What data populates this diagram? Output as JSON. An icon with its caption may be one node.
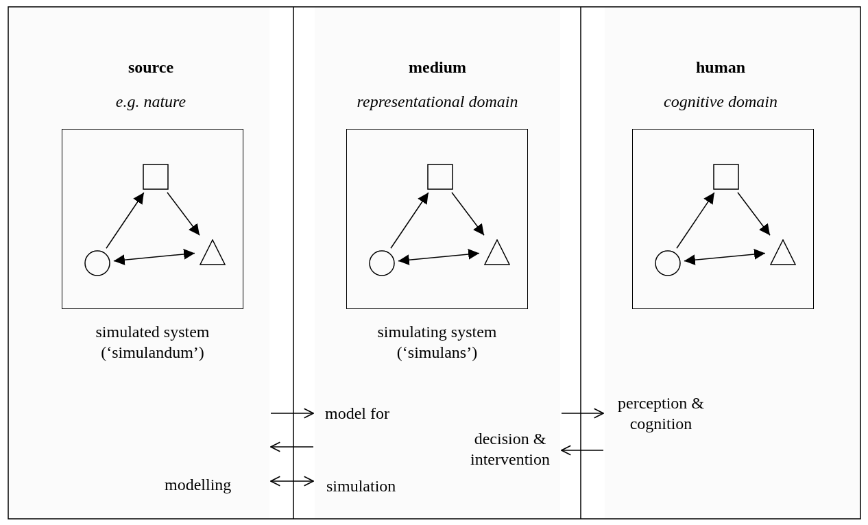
{
  "diagram": {
    "nodes": [
      {
        "text": [
          "source",
          "e.g. nature"
        ]
      },
      {
        "text": [],
        "shape": "box",
        "in": 0,
        "beside": [
          "simulated system (‘simulandum’)"
        ]
      },
      {
        "text": [],
        "shape": "box",
        "in": 1
      },
      {
        "text": [],
        "shape": "circle",
        "in": 1
      },
      {
        "text": [],
        "shape": "triangle",
        "in": 1
      },
      {
        "text": [
          "medium",
          "representational domain"
        ]
      },
      {
        "text": [],
        "shape": "box",
        "in": 5,
        "beside": [
          "simulating system (‘simulans’)"
        ]
      },
      {
        "text": [],
        "shape": "box",
        "in": 6
      },
      {
        "text": [],
        "shape": "circle",
        "in": 6
      },
      {
        "text": [],
        "shape": "triangle",
        "in": 6
      },
      {
        "text": [
          "human",
          "cognitive domain"
        ]
      },
      {
        "text": [],
        "shape": "box",
        "in": 10
      },
      {
        "text": [],
        "shape": "box",
        "in": 11
      },
      {
        "text": [],
        "shape": "circle",
        "in": 11
      },
      {
        "text": [],
        "shape": "triangle",
        "in": 11
      }
    ],
    "edges": [
      {
        "from": 3,
        "to": 2,
        "arrow": "to"
      },
      {
        "from": 2,
        "to": 4,
        "arrow": "to"
      },
      {
        "from": 3,
        "to": 4,
        "arrow": "both"
      },
      {
        "from": 8,
        "to": 7,
        "arrow": "to"
      },
      {
        "from": 7,
        "to": 9,
        "arrow": "to"
      },
      {
        "from": 8,
        "to": 9,
        "arrow": "both"
      },
      {
        "from": 13,
        "to": 12,
        "arrow": "to"
      },
      {
        "from": 12,
        "to": 14,
        "arrow": "to"
      },
      {
        "from": 13,
        "to": 14,
        "arrow": "both"
      },
      {
        "from": 0,
        "to": 5,
        "arrow": "to",
        "label": "model for"
      },
      {
        "from": 5,
        "to": 0,
        "arrow": "to"
      },
      {
        "from": 0,
        "to": 5,
        "arrow": "both"
      },
      {
        "from": 5,
        "to": 10,
        "arrow": "to",
        "label": "perception & cognition"
      },
      {
        "from": 10,
        "to": 5,
        "arrow": "to",
        "label": "decision & intervention"
      }
    ],
    "labels": [
      "modelling",
      "simulation"
    ]
  }
}
